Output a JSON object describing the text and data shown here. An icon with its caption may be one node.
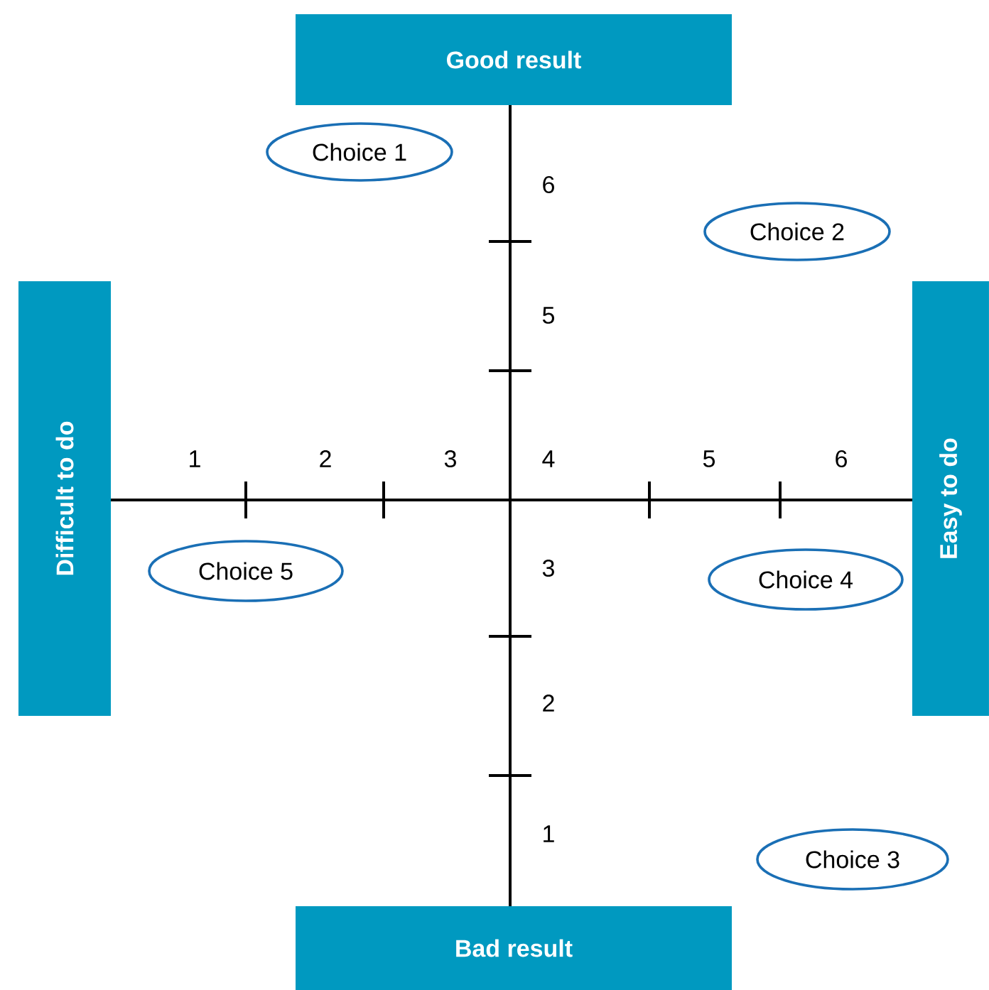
{
  "diagram": {
    "nodes": [
      {
        "text": [
          "Good result"
        ]
      },
      {
        "text": [
          "Choice 1"
        ]
      },
      {
        "text": [
          "Choice 2"
        ]
      },
      {
        "text": [
          "Difficult to do"
        ]
      },
      {
        "text": [
          "Easy to do"
        ]
      },
      {
        "text": [
          "Choice 5"
        ]
      },
      {
        "text": [
          "Choice 4"
        ]
      },
      {
        "text": [
          "Choice 3"
        ]
      },
      {
        "text": [
          "Bad result"
        ]
      }
    ],
    "labels": [
      "6",
      "5",
      "1",
      "2",
      "3",
      "4",
      "5",
      "6",
      "3",
      "2",
      "1"
    ]
  }
}
